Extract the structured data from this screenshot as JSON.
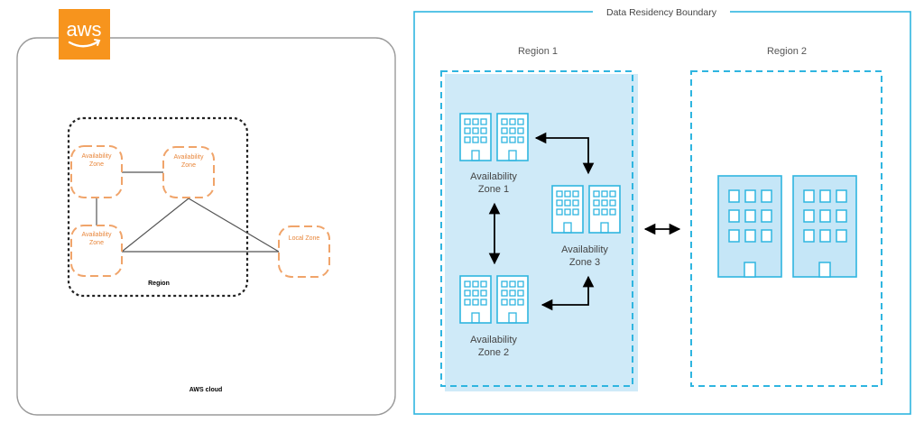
{
  "left_diagram": {
    "logo_text": "aws",
    "cloud_label": "AWS cloud",
    "region_label": "Region",
    "zones": [
      {
        "line1": "Availability",
        "line2": "Zone"
      },
      {
        "line1": "Availability",
        "line2": "Zone"
      },
      {
        "line1": "Availability",
        "line2": "Zone"
      }
    ],
    "local_zone_label": "Local Zone",
    "colors": {
      "logo_bg": "#f7941d",
      "zone_border": "#f0a46a",
      "zone_text": "#e8863a"
    }
  },
  "right_diagram": {
    "boundary_label": "Data Residency Boundary",
    "region1_label": "Region 1",
    "region2_label": "Region 2",
    "availability_zones": [
      {
        "line1": "Availability",
        "line2": "Zone 1"
      },
      {
        "line1": "Availability",
        "line2": "Zone 2"
      },
      {
        "line1": "Availability",
        "line2": "Zone 3"
      }
    ],
    "colors": {
      "boundary": "#2fb5e0",
      "region_fill": "#cfeaf8",
      "building_fill": "#c5e6f7",
      "building_stroke": "#2fb5e0",
      "arrow": "#000000"
    }
  }
}
